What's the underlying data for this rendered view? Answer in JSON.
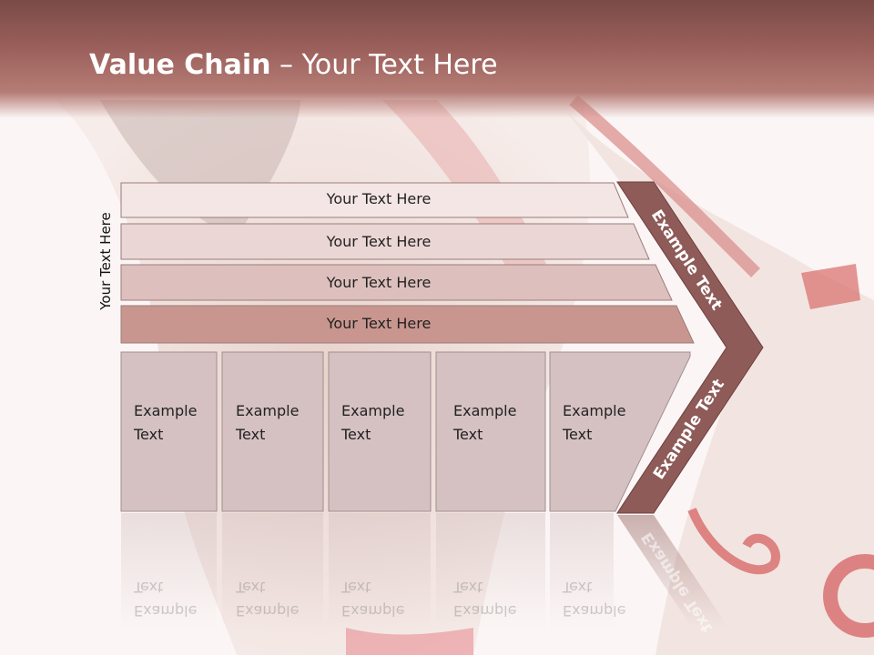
{
  "slide": {
    "title_bold": "Value Chain",
    "title_rest": " – Your Text Here",
    "side_label": "Your Text Here"
  },
  "bands": [
    {
      "label": "Your Text Here"
    },
    {
      "label": "Your Text Here"
    },
    {
      "label": "Your Text Here"
    },
    {
      "label": "Your Text Here"
    }
  ],
  "columns": [
    {
      "label": "Example\nText"
    },
    {
      "label": "Example\nText"
    },
    {
      "label": "Example\nText"
    },
    {
      "label": "Example\nText"
    },
    {
      "label": "Example\nText"
    }
  ],
  "chevron": {
    "top_label": "Example Text",
    "bottom_label": "Example Text"
  },
  "colors": {
    "title_band": "#8e5651",
    "chevron": "#8e5b58",
    "band_1": "#f3e6e5",
    "band_2": "#ead6d4",
    "band_3": "#ddc0bd",
    "band_4": "#c9968f",
    "column": "#d5c1c1"
  }
}
